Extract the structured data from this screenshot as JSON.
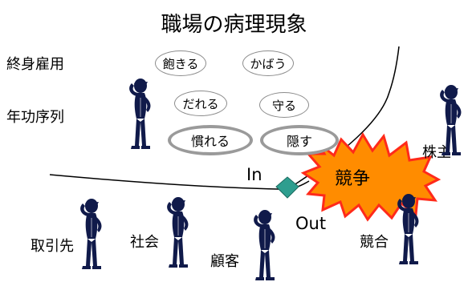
{
  "title": "職場の病理現象",
  "left_labels": {
    "lifetime_employment": "終身雇用",
    "seniority": "年功序列"
  },
  "pathologies": [
    "飽きる",
    "かばう",
    "だれる",
    "守る",
    "慣れる",
    "隠す"
  ],
  "boundary": {
    "in_label": "In",
    "out_label": "Out"
  },
  "competition_label": "競争",
  "stakeholders": {
    "shareholders": "株主",
    "business_partners": "取引先",
    "society": "社会",
    "customers": "顧客",
    "competitors": "競合"
  },
  "colors": {
    "burst_fill": "#ff8c00",
    "burst_edge": "#ff2a1a",
    "gate_diamond": "#2e9e8f",
    "figure_fill": "#101a4a",
    "oval_border": "#9a9a9a"
  }
}
